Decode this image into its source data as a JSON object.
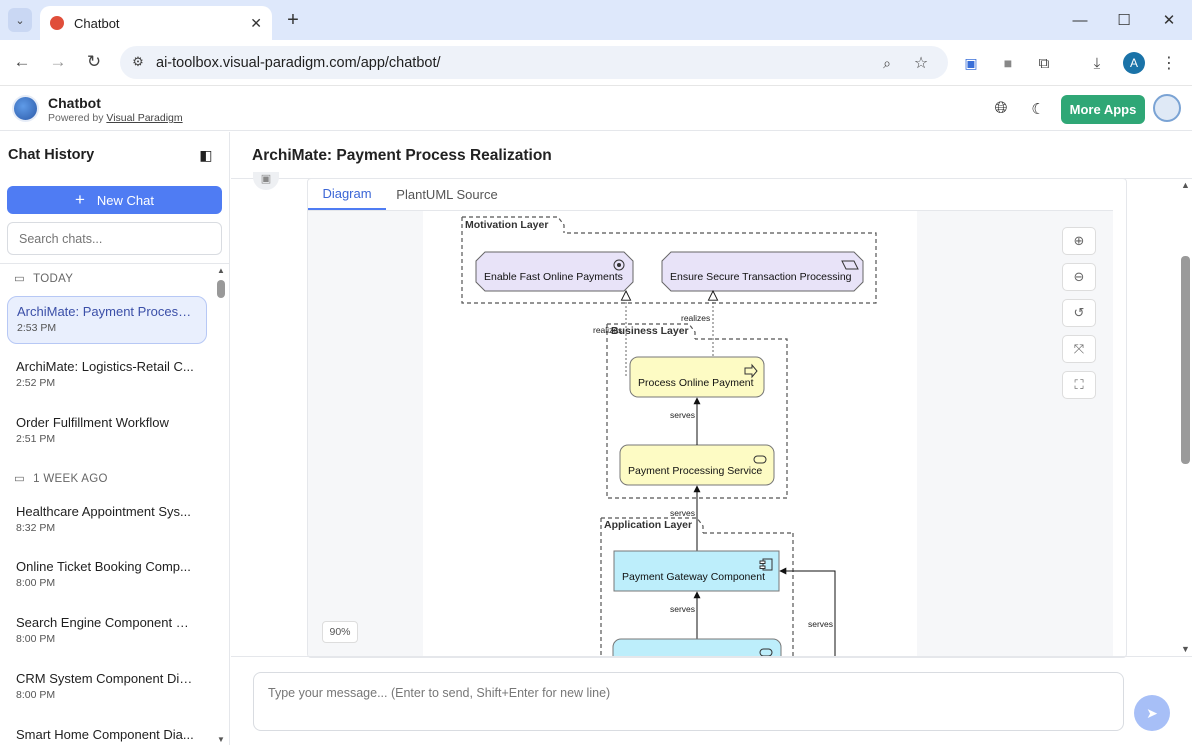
{
  "browser": {
    "tab_title": "Chatbot",
    "url": "ai-toolbox.visual-paradigm.com/app/chatbot/",
    "profile_initial": "A"
  },
  "app": {
    "title": "Chatbot",
    "powered_prefix": "Powered by",
    "powered_link": "Visual Paradigm",
    "more_apps": "More Apps"
  },
  "sidebar": {
    "heading": "Chat History",
    "new_chat": "New Chat",
    "search_placeholder": "Search chats...",
    "sections": [
      {
        "label": "TODAY"
      },
      {
        "label": "1 WEEK AGO"
      }
    ],
    "items": [
      {
        "title": "ArchiMate: Payment Process ...",
        "time": "2:53 PM"
      },
      {
        "title": "ArchiMate: Logistics-Retail C...",
        "time": "2:52 PM"
      },
      {
        "title": "Order Fulfillment Workflow",
        "time": "2:51 PM"
      },
      {
        "title": "Healthcare Appointment Sys...",
        "time": "8:32 PM"
      },
      {
        "title": "Online Ticket Booking Comp...",
        "time": "8:00 PM"
      },
      {
        "title": "Search Engine Component D...",
        "time": "8:00 PM"
      },
      {
        "title": "CRM System Component Dia...",
        "time": "8:00 PM"
      },
      {
        "title": "Smart Home Component Dia..."
      }
    ]
  },
  "main": {
    "title": "ArchiMate: Payment Process Realization",
    "tabs": [
      {
        "label": "Diagram"
      },
      {
        "label": "PlantUML Source"
      }
    ],
    "zoom": "90%",
    "input_placeholder": "Type your message... (Enter to send, Shift+Enter for new line)"
  },
  "diagram": {
    "layers": {
      "motivation": "Motivation Layer",
      "business": "Business Layer",
      "application": "Application Layer"
    },
    "elements": {
      "goal": "Enable Fast Online Payments",
      "requirement": "Ensure Secure Transaction Processing",
      "process": "Process Online Payment",
      "bservice": "Payment Processing Service",
      "component": "Payment Gateway Component"
    },
    "relations": {
      "realizes1": "realizes",
      "realizes2": "realizes",
      "serves1": "serves",
      "serves2": "serves",
      "serves3": "serves",
      "serves4": "serves"
    }
  },
  "colors": {
    "accent": "#4f7cf3",
    "more_apps": "#2fa776",
    "motivation": "#e8e3f8",
    "business": "#fdfbc4",
    "application": "#bdeefb"
  }
}
